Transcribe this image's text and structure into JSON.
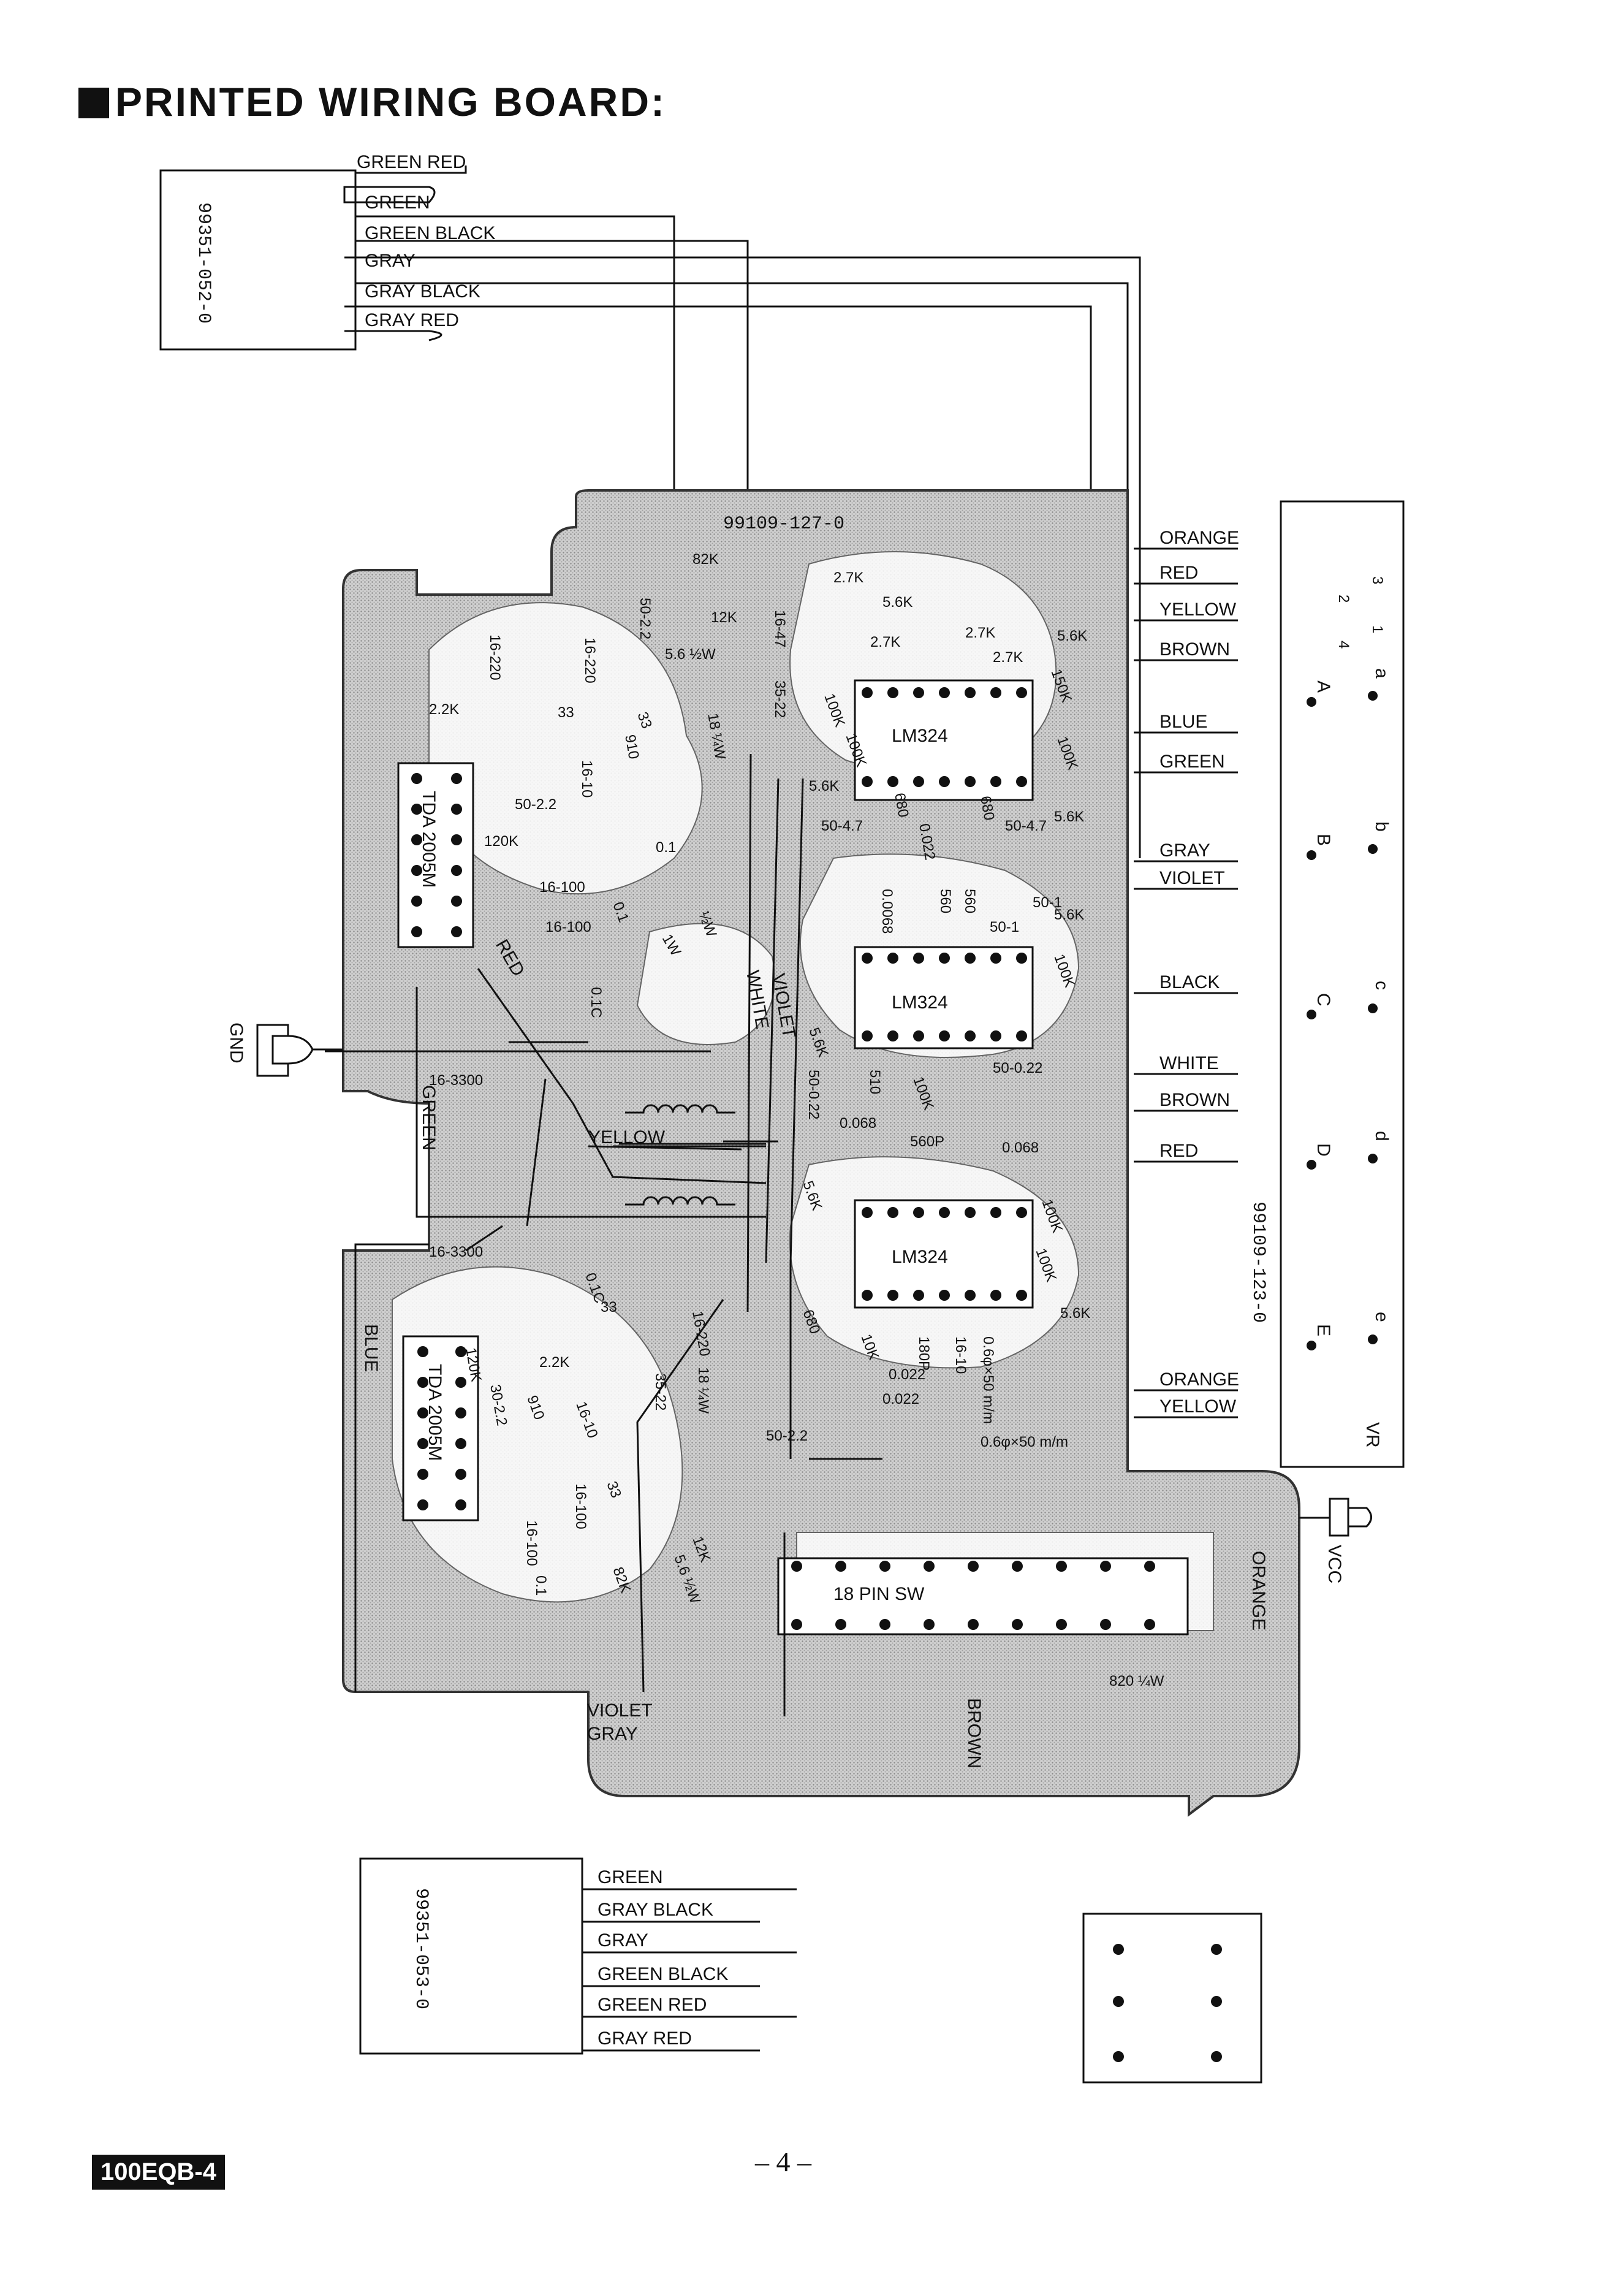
{
  "title": "PRINTED WIRING BOARD:",
  "page_number": "– 4 –",
  "doc_code": "100EQB-4",
  "board_part": "99109-127-0",
  "connectors": {
    "top": {
      "part": "99351-052-0",
      "wires": [
        "GREEN RED",
        "GREEN",
        "GREEN BLACK",
        "GRAY",
        "GRAY BLACK",
        "GRAY RED"
      ]
    },
    "bottom": {
      "part": "99351-053-0",
      "wires": [
        "GREEN",
        "GRAY BLACK",
        "GRAY",
        "GREEN BLACK",
        "GREEN RED",
        "GRAY RED"
      ]
    },
    "vr": {
      "part": "99109-123-0",
      "name": "VR",
      "pins_left": [
        "A",
        "B",
        "C",
        "D",
        "E"
      ],
      "pins_right": [
        "a",
        "b",
        "c",
        "d",
        "e"
      ],
      "numbers": [
        "3",
        "2",
        "1",
        "4"
      ],
      "wires": [
        "ORANGE",
        "RED",
        "YELLOW",
        "BROWN",
        "BLUE",
        "GREEN",
        "GRAY",
        "VIOLET",
        "BLACK",
        "WHITE",
        "BROWN",
        "RED",
        "ORANGE",
        "YELLOW"
      ]
    }
  },
  "terminals": {
    "gnd": "GND",
    "vcc": "VCC"
  },
  "wire_labels": {
    "red": "RED",
    "white": "WHITE",
    "violet": "VIOLET",
    "green": "GREEN",
    "yellow": "YELLOW",
    "blue": "BLUE",
    "gray": "GRAY",
    "brown": "BROWN",
    "orange": "ORANGE",
    "violet_bottom": "VIOLET",
    "gray_bottom": "GRAY"
  },
  "ics": {
    "amp1": "TDA 2005M",
    "amp2": "TDA 2005M",
    "op1": "LM324",
    "op2": "LM324",
    "op3": "LM324"
  },
  "switch": "18 PIN SW",
  "components": [
    "82K",
    "12K",
    "50-2.2",
    "16-220",
    "16-220",
    "2.2K",
    "33",
    "5.6 ½W",
    "18 ¼W",
    "16-47",
    "35-22",
    "2.7K",
    "5.6K",
    "2.7K",
    "2.7K",
    "2.7K",
    "5.6K",
    "150K",
    "100K",
    "100K",
    "100K",
    "5.6K",
    "680",
    "0.022",
    "50-4.7",
    "680",
    "50-4.7",
    "5.6K",
    "33",
    "910",
    "16-10",
    "50-2.2",
    "120K",
    "16-100",
    "16-100",
    "0.1",
    "0.1",
    "½W",
    "1W",
    "50-1",
    "0.0068",
    "560",
    "560",
    "5.6K",
    "50-1",
    "100K",
    "0.1C",
    "16-3300",
    "16-3300",
    "5.6K",
    "50-0.22",
    "0.068",
    "510",
    "100K",
    "560P",
    "50-0.22",
    "0.068",
    "5.6K",
    "100K",
    "100K",
    "5.6K",
    "0.022",
    "180P",
    "0.6φ×50 m/m",
    "0.022",
    "16-10",
    "10K",
    "680",
    "0.6φ×50 m/m",
    "0.1C",
    "33",
    "16-220",
    "35-22",
    "18 ¼W",
    "50-2.2",
    "2.2K",
    "120K",
    "30-2.2",
    "910",
    "16-10",
    "16-100",
    "16-100",
    "0.1",
    "33",
    "82K",
    "5.6 ½W",
    "12K",
    "820 ¼W"
  ]
}
